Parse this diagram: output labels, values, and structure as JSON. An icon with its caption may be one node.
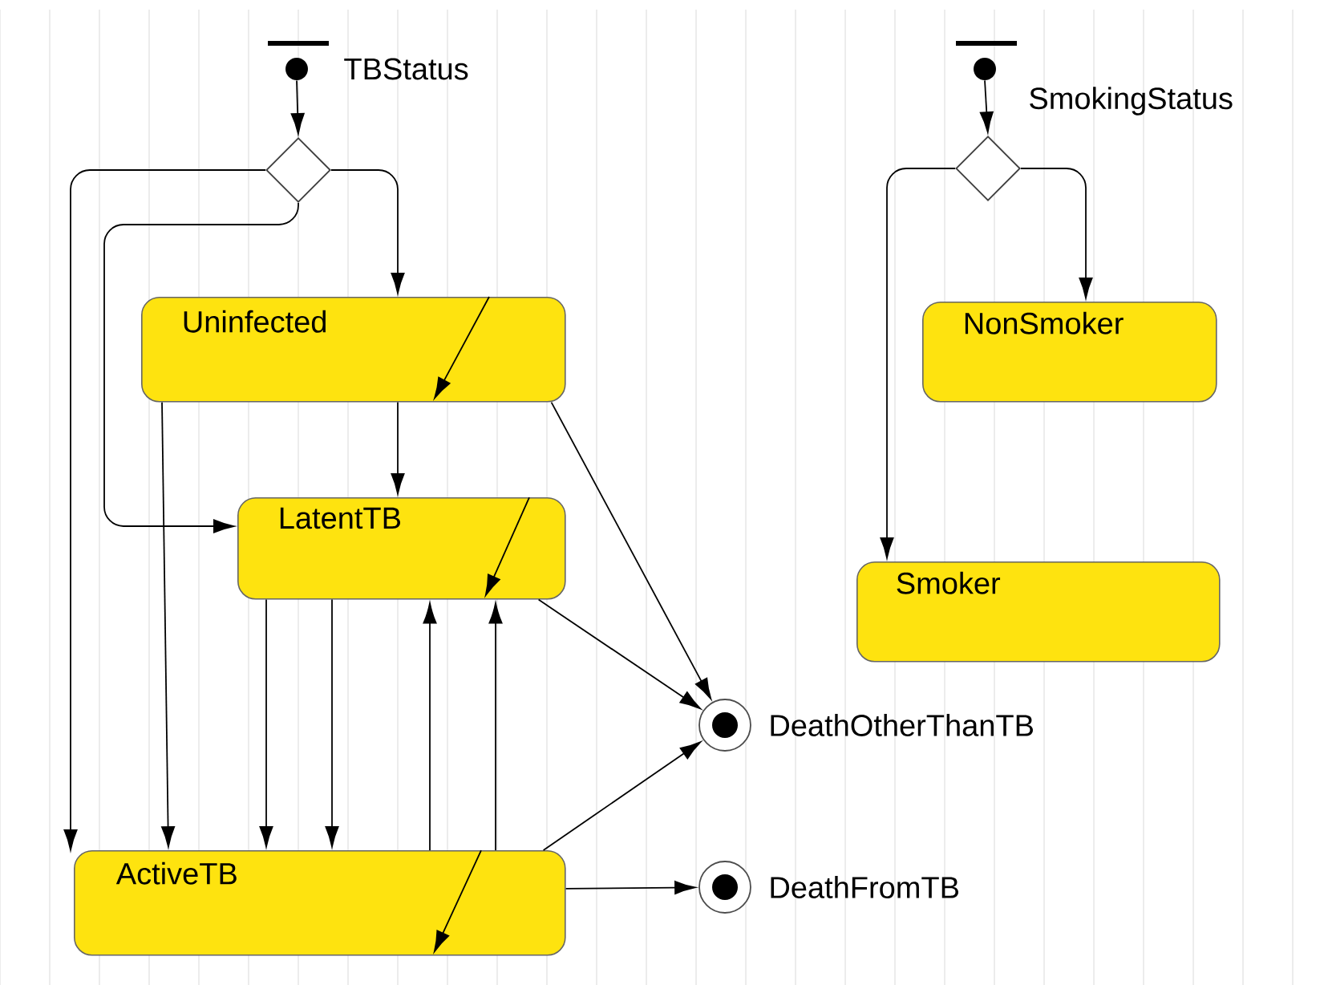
{
  "diagram": {
    "nodes": [
      {
        "text": [],
        "shape": "circle",
        "beside": [
          "TBStatus"
        ]
      },
      {
        "text": [],
        "shape": "diamond"
      },
      {
        "text": [
          "Uninfected"
        ]
      },
      {
        "text": [
          "LatentTB"
        ]
      },
      {
        "text": [
          "ActiveTB"
        ]
      },
      {
        "text": [],
        "shape": "circle",
        "beside": [
          "DeathOtherThanTB"
        ]
      },
      {
        "text": [],
        "shape": "circle",
        "beside": [
          "DeathFromTB"
        ]
      },
      {
        "text": [],
        "shape": "circle",
        "beside": [
          "SmokingStatus"
        ]
      },
      {
        "text": [],
        "shape": "diamond"
      },
      {
        "text": [
          "NonSmoker"
        ]
      },
      {
        "text": [
          "Smoker"
        ]
      }
    ],
    "edges": [
      {
        "from": 0,
        "to": 1,
        "arrow": "to"
      },
      {
        "from": 1,
        "to": 2,
        "arrow": "to"
      },
      {
        "from": 1,
        "to": 3,
        "arrow": "to"
      },
      {
        "from": 1,
        "to": 4,
        "arrow": "to"
      },
      {
        "from": 2,
        "to": 3,
        "arrow": "to"
      },
      {
        "from": 2,
        "to": 4,
        "arrow": "to"
      },
      {
        "from": 2,
        "to": 5,
        "arrow": "to"
      },
      {
        "from": 3,
        "to": 4,
        "arrow": "to"
      },
      {
        "from": 3,
        "to": 4,
        "arrow": "to"
      },
      {
        "from": 4,
        "to": 3,
        "arrow": "to"
      },
      {
        "from": 4,
        "to": 3,
        "arrow": "to"
      },
      {
        "from": 3,
        "to": 5,
        "arrow": "to"
      },
      {
        "from": 4,
        "to": 5,
        "arrow": "to"
      },
      {
        "from": 4,
        "to": 6,
        "arrow": "to"
      },
      {
        "from": 7,
        "to": 8,
        "arrow": "to"
      },
      {
        "from": 8,
        "to": 9,
        "arrow": "to"
      },
      {
        "from": 8,
        "to": 10,
        "arrow": "to"
      }
    ]
  }
}
